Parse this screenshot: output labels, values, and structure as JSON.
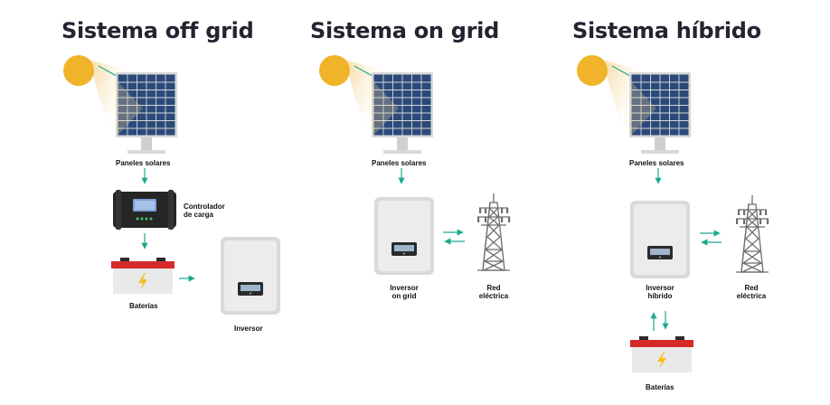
{
  "colors": {
    "title": "#232332",
    "arrow": "#1aa98d",
    "sun": "#f1b32a",
    "panel_cell": "#2b4a7a",
    "panel_frame": "#d7d7d7",
    "inverter_body": "#e6e6e6",
    "battery_top": "#d62a2a",
    "battery_body": "#e9e9e9",
    "bolt": "#f3c01f"
  },
  "systems": [
    {
      "title": "Sistema off grid",
      "panel_label": "Paneles solares",
      "controller_label": [
        "Controlador",
        "de carga"
      ],
      "battery_label": "Baterías",
      "inverter_label": "Inversor"
    },
    {
      "title": "Sistema on grid",
      "panel_label": "Paneles solares",
      "inverter_label": [
        "Inversor",
        "on grid"
      ],
      "grid_label": [
        "Red",
        "eléctrica"
      ]
    },
    {
      "title": "Sistema híbrido",
      "panel_label": "Paneles solares",
      "inverter_label": [
        "Inversor",
        "híbrido"
      ],
      "grid_label": [
        "Red",
        "eléctrica"
      ],
      "battery_label": "Baterías"
    }
  ]
}
